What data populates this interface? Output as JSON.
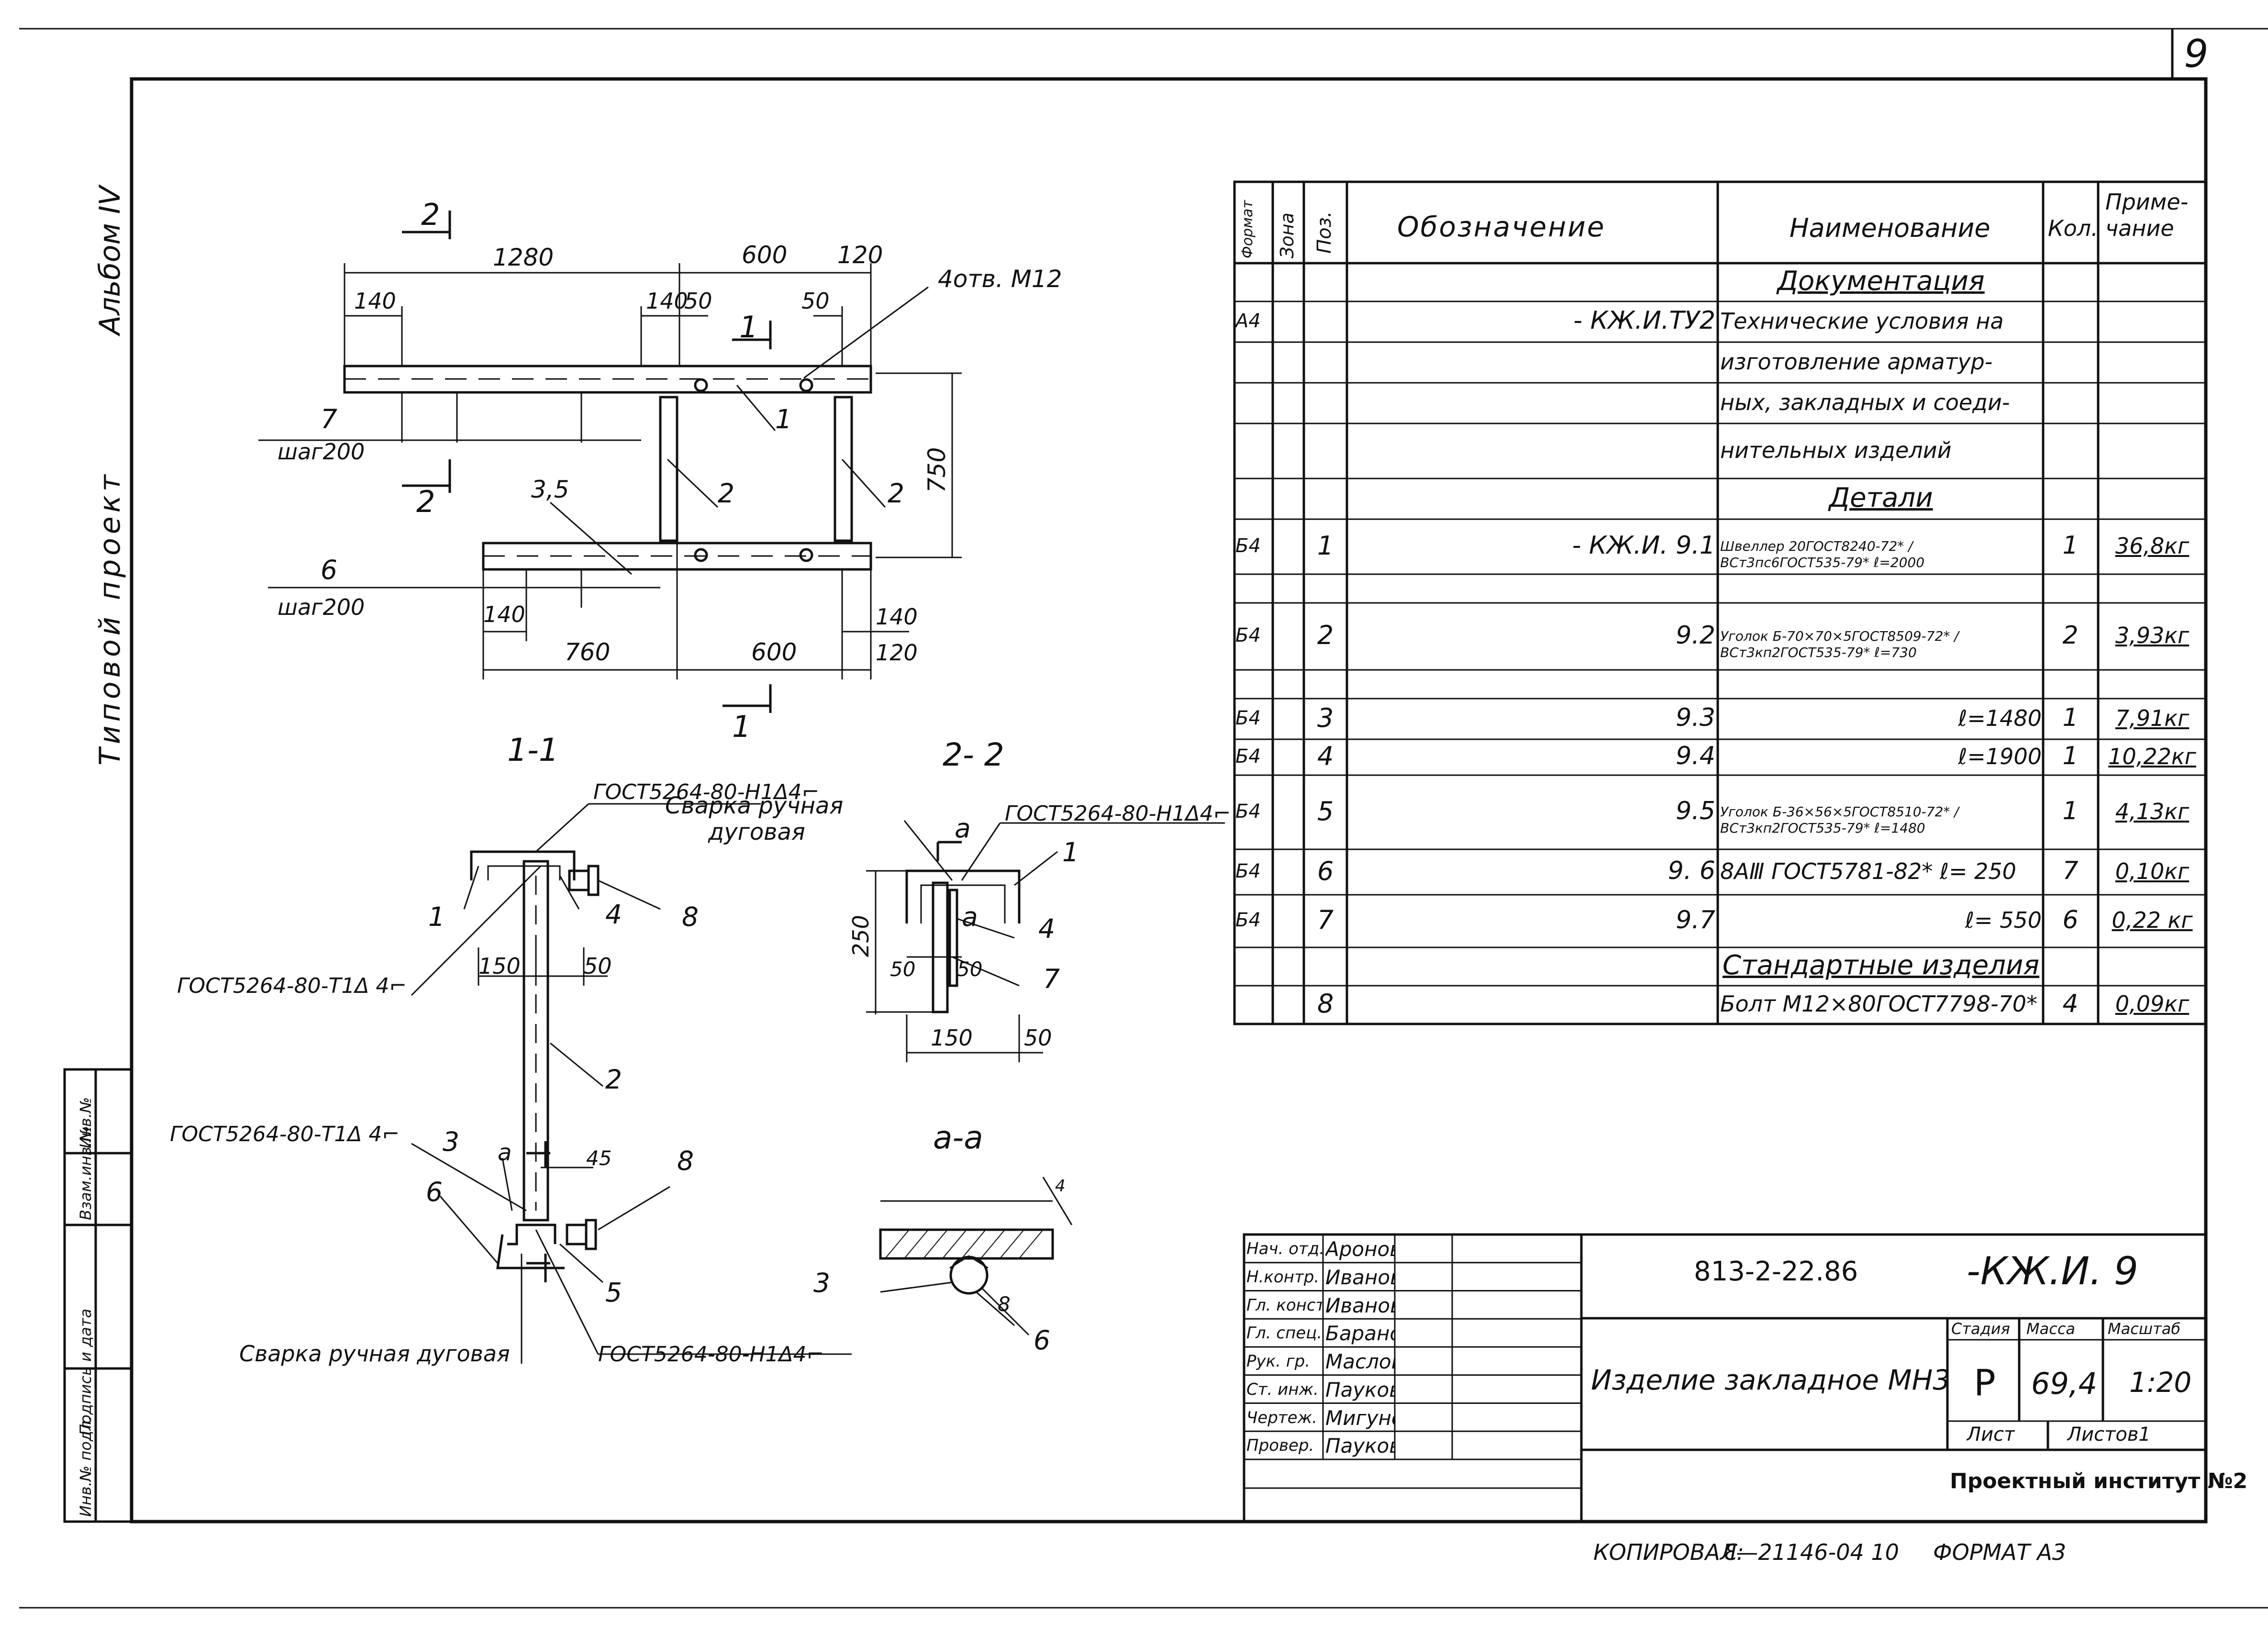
{
  "sheet": {
    "number": "9",
    "album": "Альбом IV",
    "project_type": "Типовой проект",
    "copied": "КОПИРОВАЛ:",
    "copy_code": "Ɛ—21146-04 10",
    "format": "ФОРМАТ А3",
    "side_labels": [
      "Инв.№ подл.",
      "Подпись и дата",
      "Взам.инв.№",
      "Инв.№"
    ]
  },
  "plan": {
    "section2_top": "2",
    "section2_bottom": "2",
    "section1_top": "1",
    "section1_bottom": "1",
    "dims_top": [
      "1280",
      "600",
      "120"
    ],
    "dims_top_inner": [
      "140",
      "140",
      "50",
      "50"
    ],
    "holes_label": "4отв. М12",
    "pos_labels": [
      "1",
      "2",
      "2",
      "3,5"
    ],
    "row7": "7",
    "row6": "6",
    "step1": "шаг200",
    "step2": "шаг200",
    "vert_dim": "750",
    "dims_bottom": [
      "140",
      "760",
      "600",
      "140",
      "120"
    ]
  },
  "section_1_1": {
    "title": "1-1",
    "weld_top": "ГОСТ5264-80-Н1Δ4⌐",
    "weld_left": "ГОСТ5264-80-Т1Δ 4⌐",
    "weld_mid": "ГОСТ5264-80-Т1Δ 4⌐",
    "weld_bottom": "ГОСТ5264-80-Н1Δ4⌐",
    "manual_weld": "Сварка ручная дуговая",
    "labels": [
      "1",
      "4",
      "8",
      "2",
      "3",
      "8",
      "6",
      "5"
    ],
    "dims": [
      "150",
      "50",
      "45"
    ],
    "mark_a": "а"
  },
  "section_2_2": {
    "title": "2- 2",
    "weld_text_1": "Сварка ручная",
    "weld_text_2": "дуговая",
    "weld_gost": "ГОСТ5264-80-Н1Δ4⌐",
    "labels": [
      "1",
      "4",
      "7"
    ],
    "dims": [
      "250",
      "50",
      "50",
      "150",
      "50"
    ],
    "mark_a": "а"
  },
  "section_a_a": {
    "title": "а-а",
    "labels": [
      "3",
      "6",
      "8",
      "4"
    ]
  },
  "spec": {
    "headers": {
      "format": "Формат",
      "zone": "Зона",
      "pos": "Поз.",
      "designation": "Обозначение",
      "name": "Наименование",
      "qty": "Кол.",
      "note1": "Приме-",
      "note2": "чание"
    },
    "rows": [
      {
        "fmt": "",
        "pos": "",
        "des": "",
        "name": "Документация",
        "qty": "",
        "note": "",
        "style": "section"
      },
      {
        "fmt": "А4",
        "pos": "",
        "des": "- КЖ.И.ТУ2",
        "name": "Технические условия на",
        "qty": "",
        "note": ""
      },
      {
        "fmt": "",
        "pos": "",
        "des": "",
        "name": "изготовление арматур-",
        "qty": "",
        "note": ""
      },
      {
        "fmt": "",
        "pos": "",
        "des": "",
        "name": "ных, закладных и соеди-",
        "qty": "",
        "note": ""
      },
      {
        "fmt": "",
        "pos": "",
        "des": "",
        "name": "нительных изделий",
        "qty": "",
        "note": ""
      },
      {
        "fmt": "",
        "pos": "",
        "des": "",
        "name": "Детали",
        "qty": "",
        "note": "",
        "style": "section"
      },
      {
        "fmt": "Б4",
        "pos": "1",
        "des": "- КЖ.И. 9.1",
        "name": "Швеллер 20ГОСТ8240-72* / ВСт3пс6ГОСТ535-79* ℓ=2000",
        "qty": "1",
        "note": "36,8кг"
      },
      {
        "fmt": "",
        "pos": "",
        "des": "",
        "name": "",
        "qty": "",
        "note": ""
      },
      {
        "fmt": "Б4",
        "pos": "2",
        "des": "9.2",
        "name": "Уголок Б-70×70×5ГОСТ8509-72* / ВСт3кп2ГОСТ535-79* ℓ=730",
        "qty": "2",
        "note": "3,93кг"
      },
      {
        "fmt": "",
        "pos": "",
        "des": "",
        "name": "",
        "qty": "",
        "note": ""
      },
      {
        "fmt": "Б4",
        "pos": "3",
        "des": "9.3",
        "name": "ℓ=1480",
        "qty": "1",
        "note": "7,91кг"
      },
      {
        "fmt": "Б4",
        "pos": "4",
        "des": "9.4",
        "name": "ℓ=1900",
        "qty": "1",
        "note": "10,22кг"
      },
      {
        "fmt": "Б4",
        "pos": "5",
        "des": "9.5",
        "name": "Уголок Б-36×56×5ГОСТ8510-72* / ВСт3кп2ГОСТ535-79* ℓ=1480",
        "qty": "1",
        "note": "4,13кг"
      },
      {
        "fmt": "Б4",
        "pos": "6",
        "des": "9. 6",
        "name": "8АⅢ ГОСТ5781-82* ℓ= 250",
        "qty": "7",
        "note": "0,10кг"
      },
      {
        "fmt": "Б4",
        "pos": "7",
        "des": "9.7",
        "name": "ℓ= 550",
        "qty": "6",
        "note": "0,22 кг"
      },
      {
        "fmt": "",
        "pos": "",
        "des": "",
        "name": "Стандартные изделия",
        "qty": "",
        "note": "",
        "style": "section"
      },
      {
        "fmt": "",
        "pos": "8",
        "des": "",
        "name": "Болт М12×80ГОСТ7798-70*",
        "qty": "4",
        "note": "0,09кг"
      }
    ]
  },
  "title_block": {
    "code": "813-2-22.86",
    "mark": "-КЖ.И. 9",
    "product": "Изделие закладное МН3",
    "stage_h": "Стадия",
    "mass_h": "Масса",
    "scale_h": "Масштаб",
    "stage": "Р",
    "mass": "69,4",
    "scale": "1:20",
    "sheet_h": "Лист",
    "sheets_h": "Листов1",
    "org": "Проектный институт №2",
    "people": [
      {
        "role": "Нач. отд.",
        "name": "Аронов"
      },
      {
        "role": "Н.контр.",
        "name": "Иванов"
      },
      {
        "role": "Гл. конст.",
        "name": "Иванов"
      },
      {
        "role": "Гл. спец.",
        "name": "Баранов"
      },
      {
        "role": "Рук. гр.",
        "name": "Маслов"
      },
      {
        "role": "Ст. инж.",
        "name": "Пауков"
      },
      {
        "role": "Чертеж.",
        "name": "Мигунова"
      },
      {
        "role": "Провер.",
        "name": "Пауков"
      }
    ]
  }
}
